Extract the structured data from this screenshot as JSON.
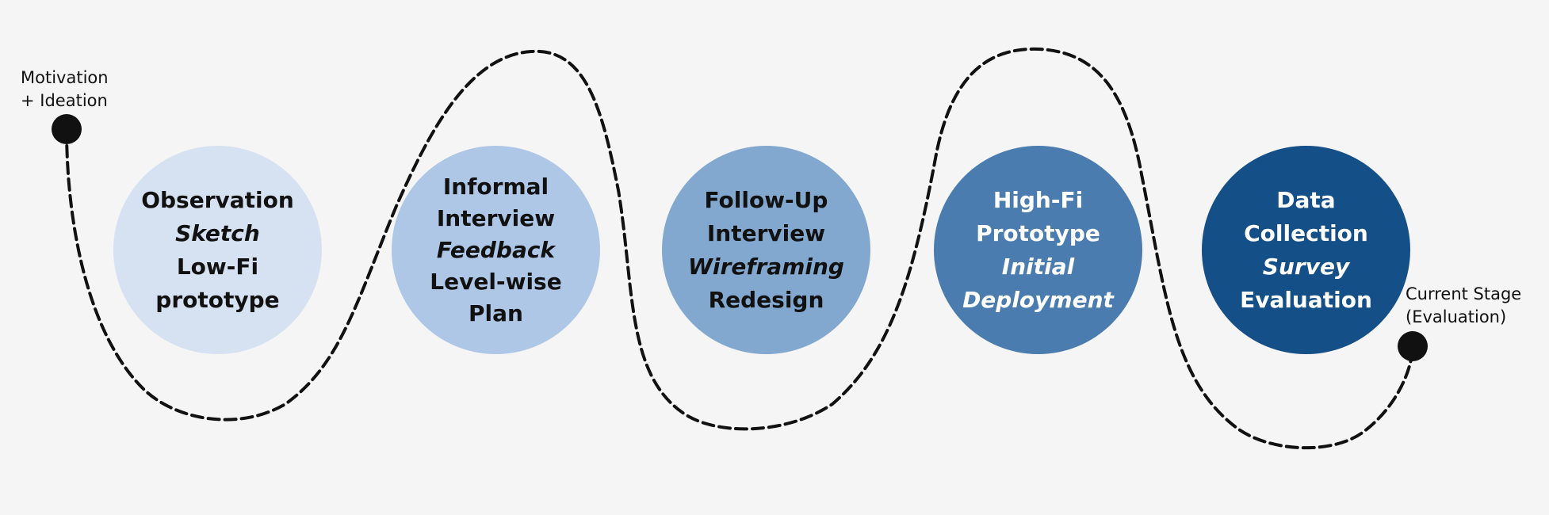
{
  "start_label": {
    "lines": [
      "Motivation",
      "+ Ideation"
    ]
  },
  "end_label": {
    "lines": [
      "Current Stage",
      "(Evaluation)"
    ]
  },
  "path": {
    "stroke_color": "#111111",
    "style": "dashed"
  },
  "stages": [
    {
      "lines": [
        {
          "text": "Observation",
          "italic": false
        },
        {
          "text": "Sketch",
          "italic": true
        },
        {
          "text": "Low-Fi",
          "italic": false
        },
        {
          "text": "prototype",
          "italic": false
        }
      ],
      "fill": "#d6e2f1",
      "text_color": "#111111"
    },
    {
      "lines": [
        {
          "text": "Informal",
          "italic": false
        },
        {
          "text": "Interview",
          "italic": false
        },
        {
          "text": "Feedback",
          "italic": true
        },
        {
          "text": "Level-wise",
          "italic": false
        },
        {
          "text": "Plan",
          "italic": false
        }
      ],
      "fill": "#aec7e7",
      "text_color": "#111111"
    },
    {
      "lines": [
        {
          "text": "Follow-Up",
          "italic": false
        },
        {
          "text": "Interview",
          "italic": false
        },
        {
          "text": "Wireframing",
          "italic": true
        },
        {
          "text": "Redesign",
          "italic": false
        }
      ],
      "fill": "#83a8d0",
      "text_color": "#111111"
    },
    {
      "lines": [
        {
          "text": "High-Fi",
          "italic": false
        },
        {
          "text": "Prototype",
          "italic": false
        },
        {
          "text": "Initial",
          "italic": true
        },
        {
          "text": "Deployment",
          "italic": true
        }
      ],
      "fill": "#4a7cb0",
      "text_color": "#ffffff"
    },
    {
      "lines": [
        {
          "text": "Data",
          "italic": false
        },
        {
          "text": "Collection",
          "italic": false
        },
        {
          "text": "Survey",
          "italic": true
        },
        {
          "text": "Evaluation",
          "italic": false
        }
      ],
      "fill": "#154f87",
      "text_color": "#ffffff"
    }
  ]
}
